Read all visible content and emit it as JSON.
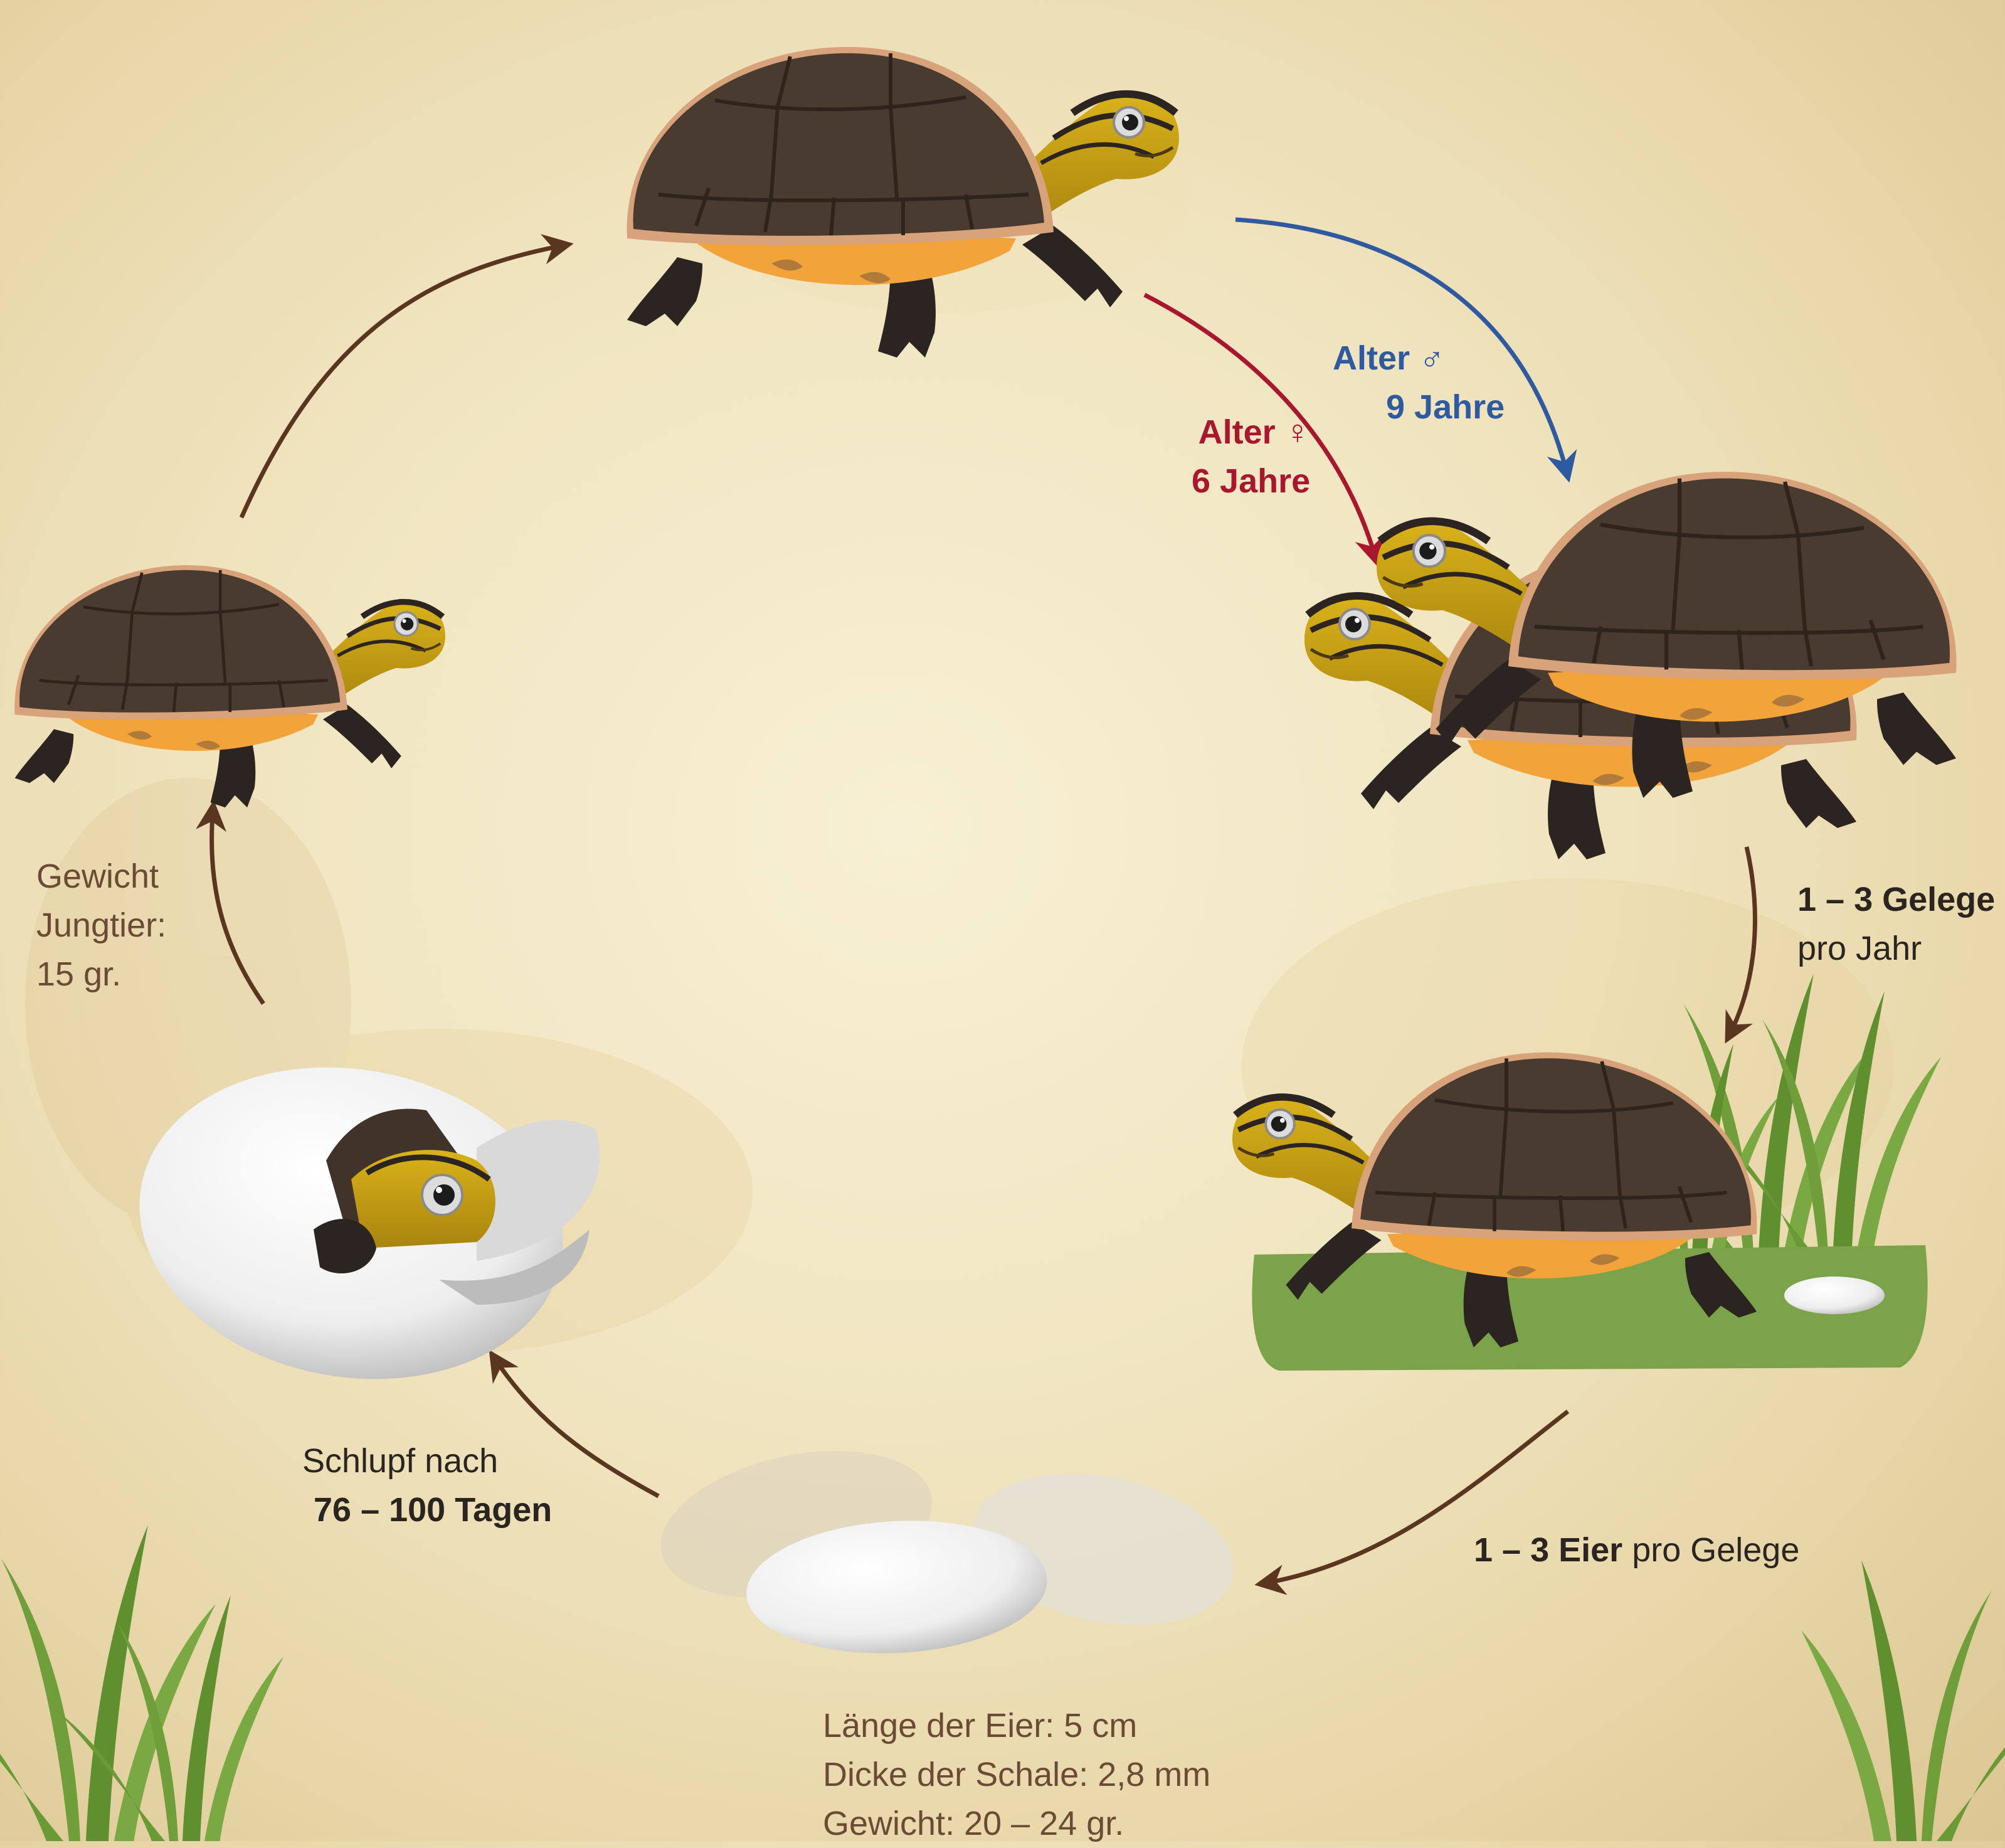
{
  "labels": {
    "female_age_line1": "Alter ♀",
    "female_age_line2": "6 Jahre",
    "male_age_line1": "Alter ♂",
    "male_age_line2": "9 Jahre",
    "clutches_bold": "1 – 3 Gelege",
    "clutches_rest": "pro Jahr",
    "eggs_bold": "1 – 3 Eier",
    "eggs_rest": " pro Gelege",
    "hatch_line1": "Schlupf nach",
    "hatch_line2": "76 – 100 Tagen",
    "weight_line1": "Gewicht",
    "weight_line2": "Jungtier:",
    "weight_line3": "15 gr.",
    "egg_info_line1": "Länge der Eier: 5 cm",
    "egg_info_line2": "Dicke der Schale: 2,8 mm",
    "egg_info_line3": "Gewicht: 20 – 24 gr."
  },
  "colors": {
    "background": "#f0e4bf",
    "arrow_brown": "#5a3520",
    "arrow_female": "#a8172e",
    "arrow_male": "#2f5aa0",
    "shell": "#4a3b30",
    "plastron": "#f2a33a",
    "head_yellow": "#c9a214",
    "grass": "#6f9e3a"
  },
  "icons": [
    "adult-turtle-icon",
    "mating-turtles-icon",
    "nesting-turtle-icon",
    "eggs-icon",
    "hatchling-egg-icon",
    "juvenile-turtle-icon",
    "grass-icon"
  ]
}
